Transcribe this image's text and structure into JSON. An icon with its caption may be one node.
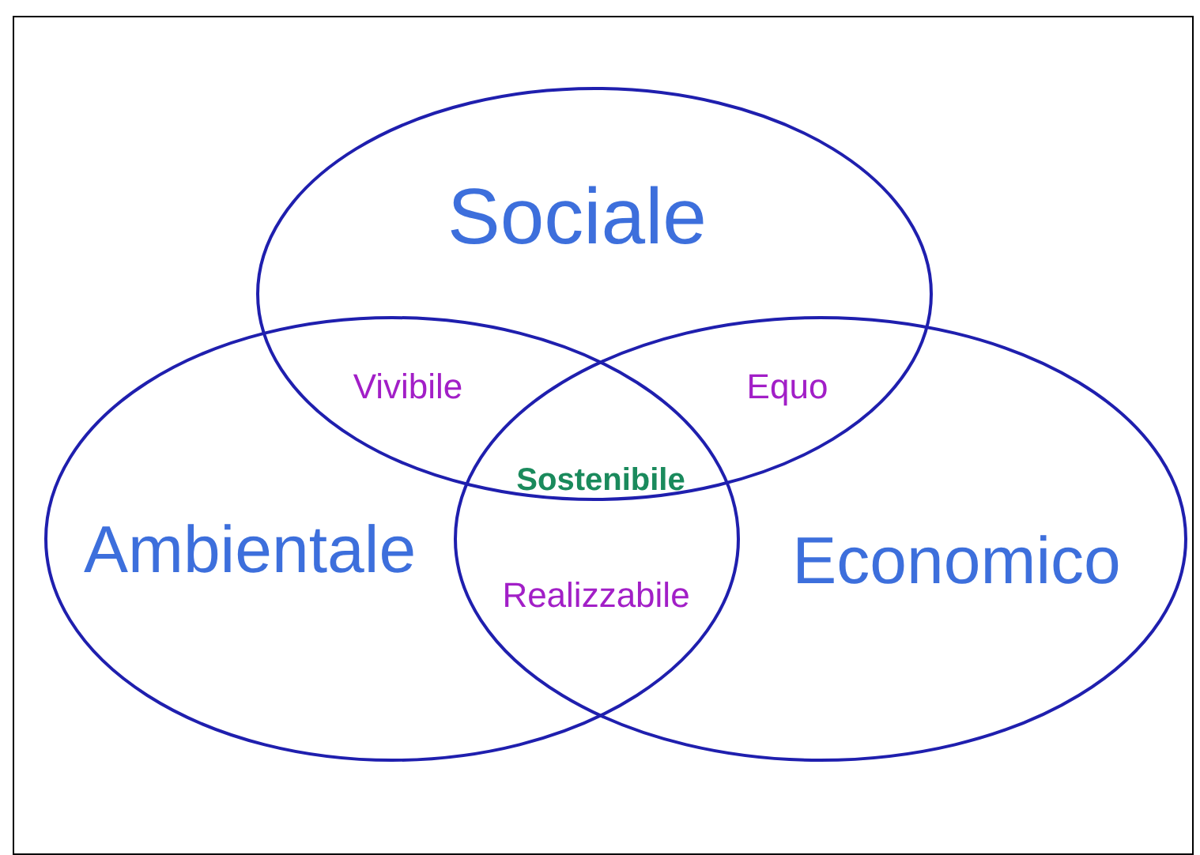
{
  "diagram": {
    "nodes": [
      {
        "text": [
          "Sociale"
        ]
      },
      {
        "text": [
          "Ambientale"
        ]
      },
      {
        "text": [
          "Economico"
        ]
      }
    ],
    "labels": [
      "Vivibile",
      "Equo",
      "Sostenibile",
      "Realizzabile"
    ]
  }
}
